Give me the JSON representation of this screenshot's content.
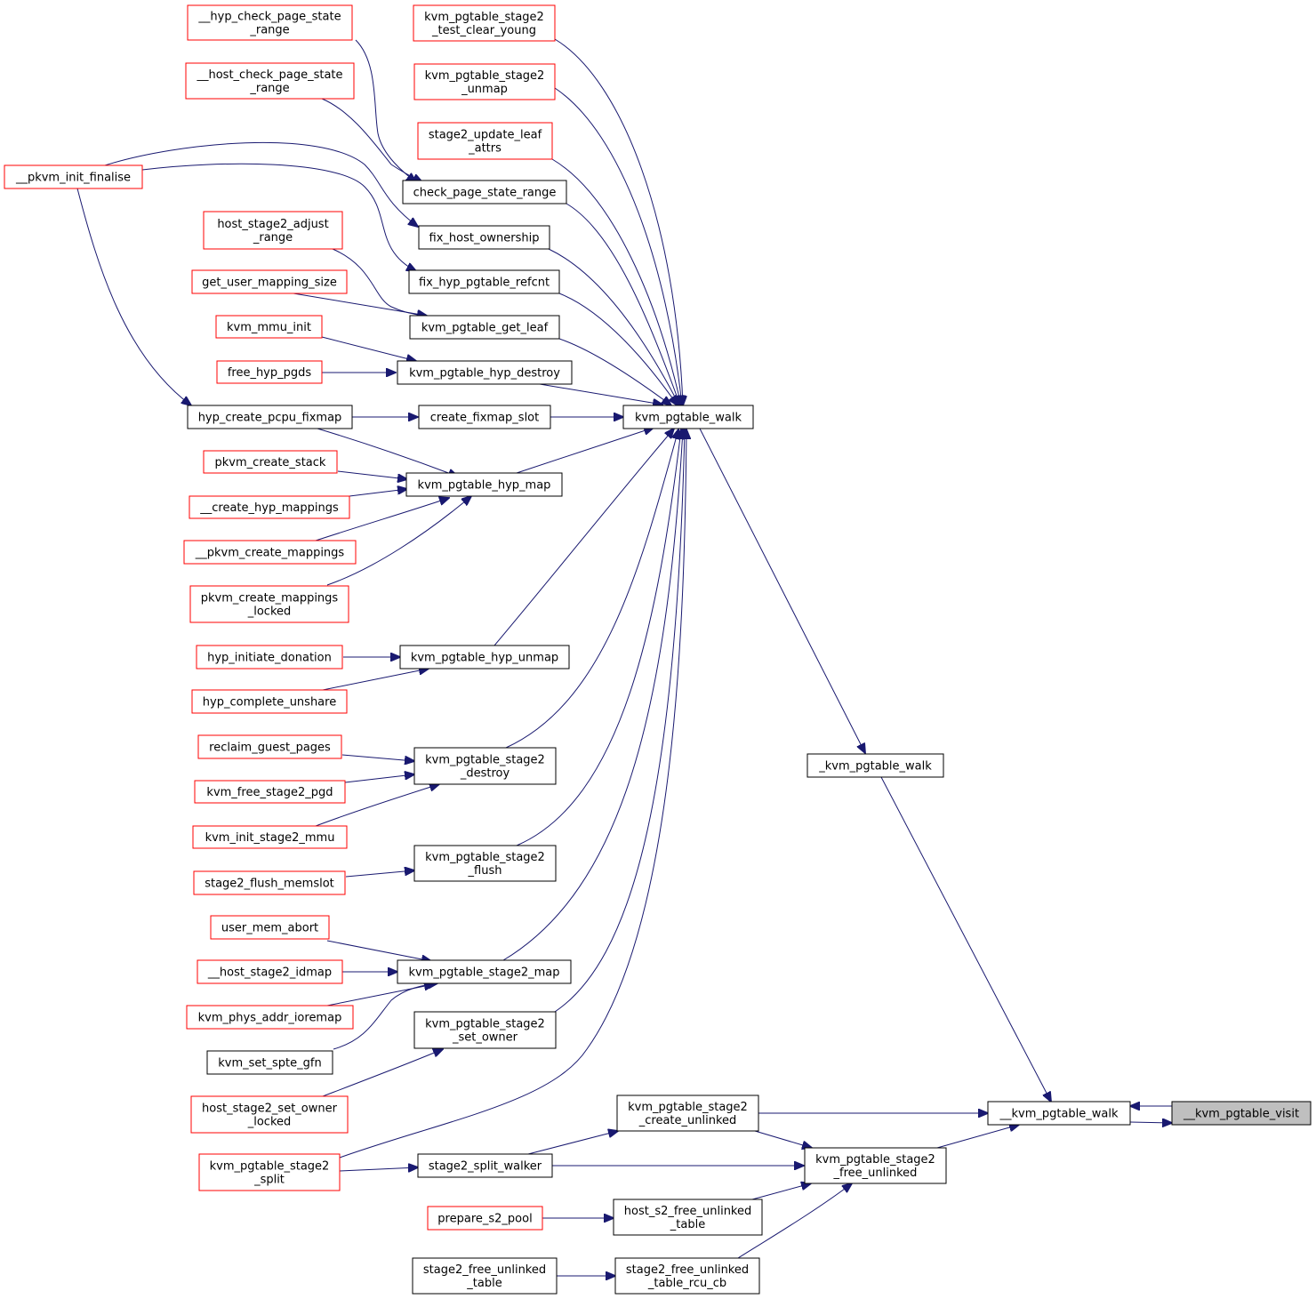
{
  "colors": {
    "edge": "#191970",
    "node_border_default": "#000000",
    "node_border_truncated": "#ff0000",
    "node_fill": "#ffffff",
    "focus_fill": "#bfbfbf"
  },
  "nodes": [
    {
      "id": "hyp_check",
      "lines": [
        "__hyp_check_page_state",
        "_range"
      ],
      "style": "red"
    },
    {
      "id": "host_check",
      "lines": [
        "__host_check_page_state",
        "_range"
      ],
      "style": "red"
    },
    {
      "id": "pkvm_init_finalise",
      "lines": [
        "__pkvm_init_finalise"
      ],
      "style": "red"
    },
    {
      "id": "host_s2_adjust",
      "lines": [
        "host_stage2_adjust",
        "_range"
      ],
      "style": "red"
    },
    {
      "id": "get_user_mapping_size",
      "lines": [
        "get_user_mapping_size"
      ],
      "style": "red"
    },
    {
      "id": "kvm_mmu_init",
      "lines": [
        "kvm_mmu_init"
      ],
      "style": "red"
    },
    {
      "id": "free_hyp_pgds",
      "lines": [
        "free_hyp_pgds"
      ],
      "style": "red"
    },
    {
      "id": "hyp_create_pcpu_fixmap",
      "lines": [
        "hyp_create_pcpu_fixmap"
      ],
      "style": "black"
    },
    {
      "id": "pkvm_create_stack",
      "lines": [
        "pkvm_create_stack"
      ],
      "style": "red"
    },
    {
      "id": "create_hyp_mappings",
      "lines": [
        "__create_hyp_mappings"
      ],
      "style": "red"
    },
    {
      "id": "pkvm_create_mappings",
      "lines": [
        "__pkvm_create_mappings"
      ],
      "style": "red"
    },
    {
      "id": "pkvm_create_mappings_locked",
      "lines": [
        "pkvm_create_mappings",
        "_locked"
      ],
      "style": "red"
    },
    {
      "id": "hyp_initiate_donation",
      "lines": [
        "hyp_initiate_donation"
      ],
      "style": "red"
    },
    {
      "id": "hyp_complete_unshare",
      "lines": [
        "hyp_complete_unshare"
      ],
      "style": "red"
    },
    {
      "id": "reclaim_guest_pages",
      "lines": [
        "reclaim_guest_pages"
      ],
      "style": "red"
    },
    {
      "id": "kvm_free_stage2_pgd",
      "lines": [
        "kvm_free_stage2_pgd"
      ],
      "style": "red"
    },
    {
      "id": "kvm_init_stage2_mmu",
      "lines": [
        "kvm_init_stage2_mmu"
      ],
      "style": "red"
    },
    {
      "id": "stage2_flush_memslot",
      "lines": [
        "stage2_flush_memslot"
      ],
      "style": "red"
    },
    {
      "id": "user_mem_abort",
      "lines": [
        "user_mem_abort"
      ],
      "style": "red"
    },
    {
      "id": "host_stage2_idmap",
      "lines": [
        "__host_stage2_idmap"
      ],
      "style": "red"
    },
    {
      "id": "kvm_phys_addr_ioremap",
      "lines": [
        "kvm_phys_addr_ioremap"
      ],
      "style": "red"
    },
    {
      "id": "kvm_set_spte_gfn",
      "lines": [
        "kvm_set_spte_gfn"
      ],
      "style": "black"
    },
    {
      "id": "host_stage2_set_owner_locked",
      "lines": [
        "host_stage2_set_owner",
        "_locked"
      ],
      "style": "red"
    },
    {
      "id": "kvm_pgtable_stage2_split",
      "lines": [
        "kvm_pgtable_stage2",
        "_split"
      ],
      "style": "red"
    },
    {
      "id": "prepare_s2_pool",
      "lines": [
        "prepare_s2_pool"
      ],
      "style": "red"
    },
    {
      "id": "stage2_free_unlinked_table",
      "lines": [
        "stage2_free_unlinked",
        "_table"
      ],
      "style": "black"
    },
    {
      "id": "test_clear_young",
      "lines": [
        "kvm_pgtable_stage2",
        "_test_clear_young"
      ],
      "style": "red"
    },
    {
      "id": "stage2_unmap",
      "lines": [
        "kvm_pgtable_stage2",
        "_unmap"
      ],
      "style": "red"
    },
    {
      "id": "stage2_update_leaf_attrs",
      "lines": [
        "stage2_update_leaf",
        "_attrs"
      ],
      "style": "red"
    },
    {
      "id": "check_page_state_range",
      "lines": [
        "check_page_state_range"
      ],
      "style": "black"
    },
    {
      "id": "fix_host_ownership",
      "lines": [
        "fix_host_ownership"
      ],
      "style": "black"
    },
    {
      "id": "fix_hyp_pgtable_refcnt",
      "lines": [
        "fix_hyp_pgtable_refcnt"
      ],
      "style": "black"
    },
    {
      "id": "kvm_pgtable_get_leaf",
      "lines": [
        "kvm_pgtable_get_leaf"
      ],
      "style": "black"
    },
    {
      "id": "kvm_pgtable_hyp_destroy",
      "lines": [
        "kvm_pgtable_hyp_destroy"
      ],
      "style": "black"
    },
    {
      "id": "create_fixmap_slot",
      "lines": [
        "create_fixmap_slot"
      ],
      "style": "black"
    },
    {
      "id": "kvm_pgtable_hyp_map",
      "lines": [
        "kvm_pgtable_hyp_map"
      ],
      "style": "black"
    },
    {
      "id": "kvm_pgtable_hyp_unmap",
      "lines": [
        "kvm_pgtable_hyp_unmap"
      ],
      "style": "black"
    },
    {
      "id": "stage2_destroy",
      "lines": [
        "kvm_pgtable_stage2",
        "_destroy"
      ],
      "style": "black"
    },
    {
      "id": "stage2_flush",
      "lines": [
        "kvm_pgtable_stage2",
        "_flush"
      ],
      "style": "black"
    },
    {
      "id": "stage2_map",
      "lines": [
        "kvm_pgtable_stage2_map"
      ],
      "style": "black"
    },
    {
      "id": "stage2_set_owner",
      "lines": [
        "kvm_pgtable_stage2",
        "_set_owner"
      ],
      "style": "black"
    },
    {
      "id": "stage2_split_walker",
      "lines": [
        "stage2_split_walker"
      ],
      "style": "black"
    },
    {
      "id": "create_unlinked",
      "lines": [
        "kvm_pgtable_stage2",
        "_create_unlinked"
      ],
      "style": "black"
    },
    {
      "id": "host_s2_free_unlinked_table",
      "lines": [
        "host_s2_free_unlinked",
        "_table"
      ],
      "style": "black"
    },
    {
      "id": "stage2_free_unlinked_table_rcu_cb",
      "lines": [
        "stage2_free_unlinked",
        "_table_rcu_cb"
      ],
      "style": "black"
    },
    {
      "id": "kvm_pgtable_walk",
      "lines": [
        "kvm_pgtable_walk"
      ],
      "style": "black"
    },
    {
      "id": "_kvm_pgtable_walk",
      "lines": [
        "_kvm_pgtable_walk"
      ],
      "style": "black"
    },
    {
      "id": "free_unlinked",
      "lines": [
        "kvm_pgtable_stage2",
        "_free_unlinked"
      ],
      "style": "black"
    },
    {
      "id": "__kvm_pgtable_walk",
      "lines": [
        "__kvm_pgtable_walk"
      ],
      "style": "black"
    },
    {
      "id": "__kvm_pgtable_visit",
      "lines": [
        "__kvm_pgtable_visit"
      ],
      "style": "focus"
    }
  ]
}
